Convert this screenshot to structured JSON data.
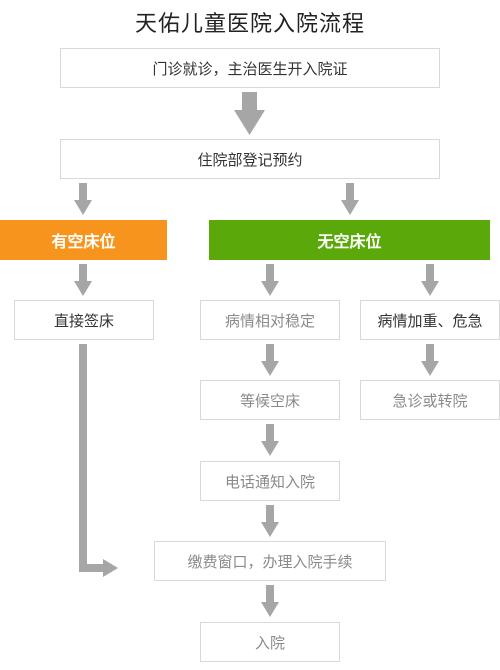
{
  "title": "天佑儿童医院入院流程",
  "steps": {
    "outpatient": "门诊就诊，主治医生开入院证",
    "register": "住院部登记预约",
    "has_bed": "有空床位",
    "no_bed": "无空床位",
    "direct_bed": "直接签床",
    "stable": "病情相对稳定",
    "critical": "病情加重、危急",
    "wait_bed": "等候空床",
    "emergency": "急诊或转院",
    "phone_notice": "电话通知入院",
    "payment": "缴费窗口，办理入院手续",
    "admit": "入院"
  },
  "colors": {
    "has_bed": "#f7941d",
    "no_bed": "#5ba80a",
    "arrow": "#a6a6a6",
    "border": "#d9d9d9"
  }
}
